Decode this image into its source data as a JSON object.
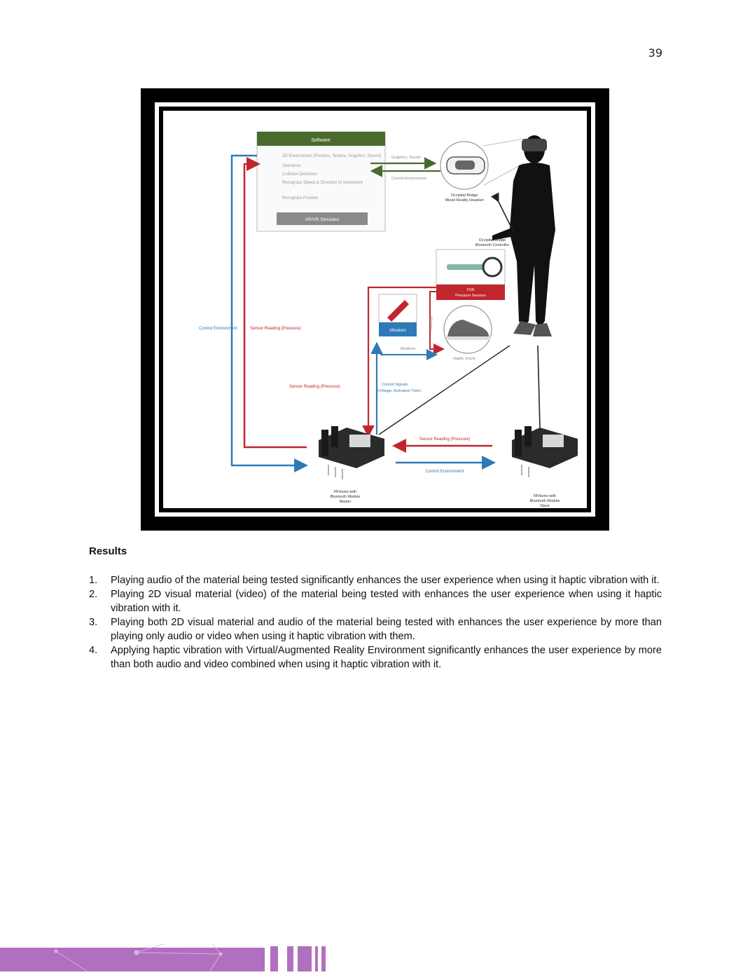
{
  "page": {
    "number": "39"
  },
  "figure": {
    "software_title": "Software",
    "software_items": [
      "3D Environment (Position, Texture, Graphics, Sound)",
      "Scenarios",
      "Collision Detection",
      "Recognize Speed & Direction of movement",
      "Recognize Position"
    ],
    "simulator_label": "AR/VR Simulator",
    "graphics_sound": "Graphics, Sound",
    "control_env_top": "Control Environment",
    "headset_label_1": "Occipital Bridge",
    "headset_label_2": "Mixed Reality Headset",
    "controller_label_1": "Occipital Bridge",
    "controller_label_2": "Bluetooth Controller",
    "fsr_label_1": "FSR",
    "fsr_label_2": "Pressure Sensors",
    "vibrators_label": "Vibrators",
    "readings_label": "Readings",
    "vibrations_label": "Vibrations",
    "haptic_insole_label": "Haptic Insole",
    "control_env_left": "Control Environment",
    "sensor_reading_left": "Sensor Reading (Pressure)",
    "sensor_reading_mid": "Sensor Reading (Pressure)",
    "control_signals_1": "Control Signals",
    "control_signals_2": "(Voltage, Activation Time)",
    "sensor_reading_bottom": "Sensor Reading (Pressure)",
    "control_env_bottom": "Control Environment",
    "master_1": "RFduino with",
    "master_2": "Bluetooth Module",
    "master_3": "Master",
    "slave_1": "RFduino with",
    "slave_2": "Bluetooth Module",
    "slave_3": "Slave"
  },
  "results": {
    "heading": "Results",
    "items": [
      {
        "num": "1.",
        "text": "Playing audio of the material being tested significantly enhances the user experience when using it haptic vibration with it."
      },
      {
        "num": "2.",
        "text": " Playing 2D visual material (video) of the material being tested with enhances the user experience when using it haptic vibration with it."
      },
      {
        "num": "3.",
        "text": "Playing both 2D visual material and audio of the material being tested with enhances the user experience by more than playing only audio or video when using it haptic vibration with them."
      },
      {
        "num": "4.",
        "text": "Applying haptic vibration with Virtual/Augmented Reality Environment significantly enhances the user experience by more than both audio and video combined when using it haptic vibration with it."
      }
    ]
  },
  "colors": {
    "footer": "#b16fbf",
    "red": "#c0272d",
    "blue": "#2e7ab8",
    "green": "#4a6a2c"
  }
}
